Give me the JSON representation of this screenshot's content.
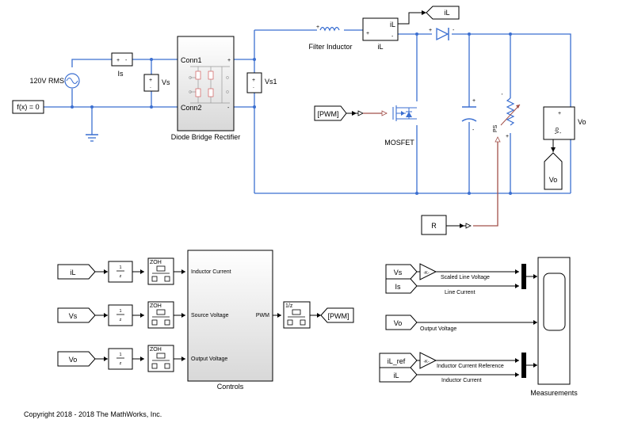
{
  "blocks": {
    "ac_source": "120V RMS",
    "solver": "f(x) = 0",
    "current_sensor": "Is",
    "voltage_sensor_vs": "Vs",
    "bridge_conn1": "Conn1",
    "bridge_conn2": "Conn2",
    "bridge_name": "Diode Bridge Rectifier",
    "voltage_sensor_vs1": "Vs1",
    "inductor_name": "Filter Inductor",
    "il_sensor_port": "iL",
    "il_sensor_name": "iL",
    "il_goto": "iL",
    "pwm_from": "[PWM]",
    "mosfet_name": "MOSFET",
    "ps_label": "PS",
    "vo_sensor_port": "Vo",
    "vo_sensor_name": "Vo",
    "vo_goto": "Vo",
    "r_const": "R"
  },
  "controls": {
    "from_il": "iL",
    "from_vs": "Vs",
    "from_vo": "Vo",
    "zoh": "ZOH",
    "port_inductor_current": "Inductor Current",
    "port_source_voltage": "Source Voltage",
    "port_output_voltage": "Output Voltage",
    "port_pwm": "PWM",
    "name": "Controls",
    "delay": "1/z",
    "pwm_goto": "[PWM]",
    "tf_num": "1",
    "tf_den": "z"
  },
  "measurements": {
    "from_vs": "Vs",
    "from_is": "Is",
    "from_vo": "Vo",
    "from_il_ref": "iL_ref",
    "from_il": "iL",
    "gain": "-K-",
    "sig_scaled_line_voltage": "Scaled Line Voltage",
    "sig_line_current": "Line Current",
    "sig_output_voltage": "Output Voltage",
    "sig_il_ref": "Inductor Current Reference",
    "sig_il": "Inductor Current",
    "name": "Measurements"
  },
  "copyright": "Copyright 2018 - 2018 The MathWorks, Inc."
}
